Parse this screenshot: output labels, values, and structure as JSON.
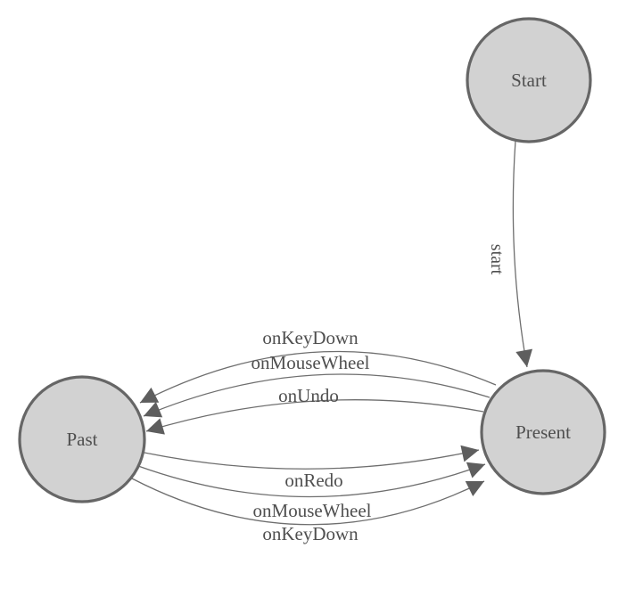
{
  "diagram_type": "finite-state-machine",
  "colors": {
    "background": "#ffffff",
    "node_fill": "#d2d2d2",
    "node_stroke": "#666666",
    "edge_stroke": "#6e6e6e",
    "arrow_fill": "#5e5e5e",
    "label_text": "#4f4f4f"
  },
  "nodes": {
    "start": {
      "label": "Start"
    },
    "present": {
      "label": "Present"
    },
    "past": {
      "label": "Past"
    }
  },
  "edges": {
    "start_to_present": {
      "label": "start"
    },
    "present_to_past": [
      {
        "label": "onKeyDown"
      },
      {
        "label": "onMouseWheel"
      },
      {
        "label": "onUndo"
      }
    ],
    "past_to_present": [
      {
        "label": "onRedo"
      },
      {
        "label": "onMouseWheel"
      },
      {
        "label": "onKeyDown"
      }
    ]
  }
}
